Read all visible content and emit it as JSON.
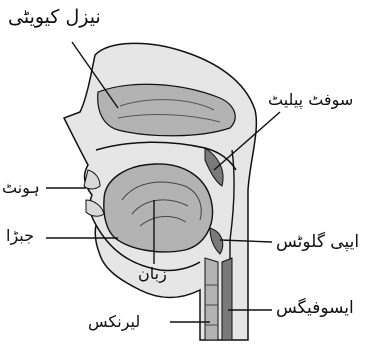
{
  "labels": {
    "nasal_cavity": "نیزل کیویٹی",
    "soft_palate": "سوفٹ پیلیٹ",
    "lips": "ہونٹ",
    "jaw": "جبڑا",
    "epiglottis": "ایپی گلوٹس",
    "tongue": "زبان",
    "esophagus": "ایسوفیگس",
    "larynx": "لیرنکس"
  },
  "colors": {
    "line": "#111111",
    "tissue_light": "#d9d9d9",
    "tissue_mid": "#b3b3b3",
    "tissue_dark": "#7a7a7a"
  }
}
